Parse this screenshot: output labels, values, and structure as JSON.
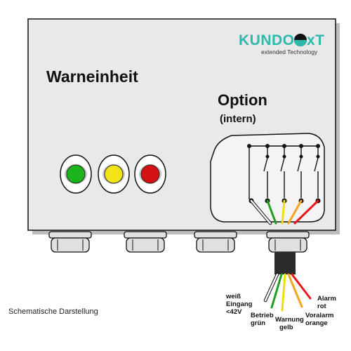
{
  "logo": {
    "wordmark_part1": "KUNDO",
    "wordmark_part2": "xT",
    "tagline": "extended Technology",
    "color": "#2fb8ae"
  },
  "unit": {
    "title": "Warneinheit"
  },
  "option": {
    "title": "Option",
    "subtitle": "(intern)"
  },
  "lamps": [
    {
      "name": "lamp-green",
      "color": "#1cb41c"
    },
    {
      "name": "lamp-yellow",
      "color": "#f2e416"
    },
    {
      "name": "lamp-red",
      "color": "#d41414"
    }
  ],
  "wires": [
    {
      "color": "#ffffff",
      "stroke": "#333333"
    },
    {
      "color": "#1ea01e",
      "stroke": "#1ea01e"
    },
    {
      "color": "#f0e000",
      "stroke": "#f0e000"
    },
    {
      "color": "#f5a41c",
      "stroke": "#f5a41c"
    },
    {
      "color": "#e81818",
      "stroke": "#e81818"
    }
  ],
  "labels": {
    "weiss": [
      "weiß",
      "Eingang",
      "<42V"
    ],
    "gruen": [
      "Betrieb",
      "grün"
    ],
    "gelb": [
      "Warnung",
      "gelb"
    ],
    "orange": [
      "Voralarm",
      "orange"
    ],
    "rot": [
      "Alarm",
      "rot"
    ]
  },
  "caption": "Schematische Darstellung"
}
